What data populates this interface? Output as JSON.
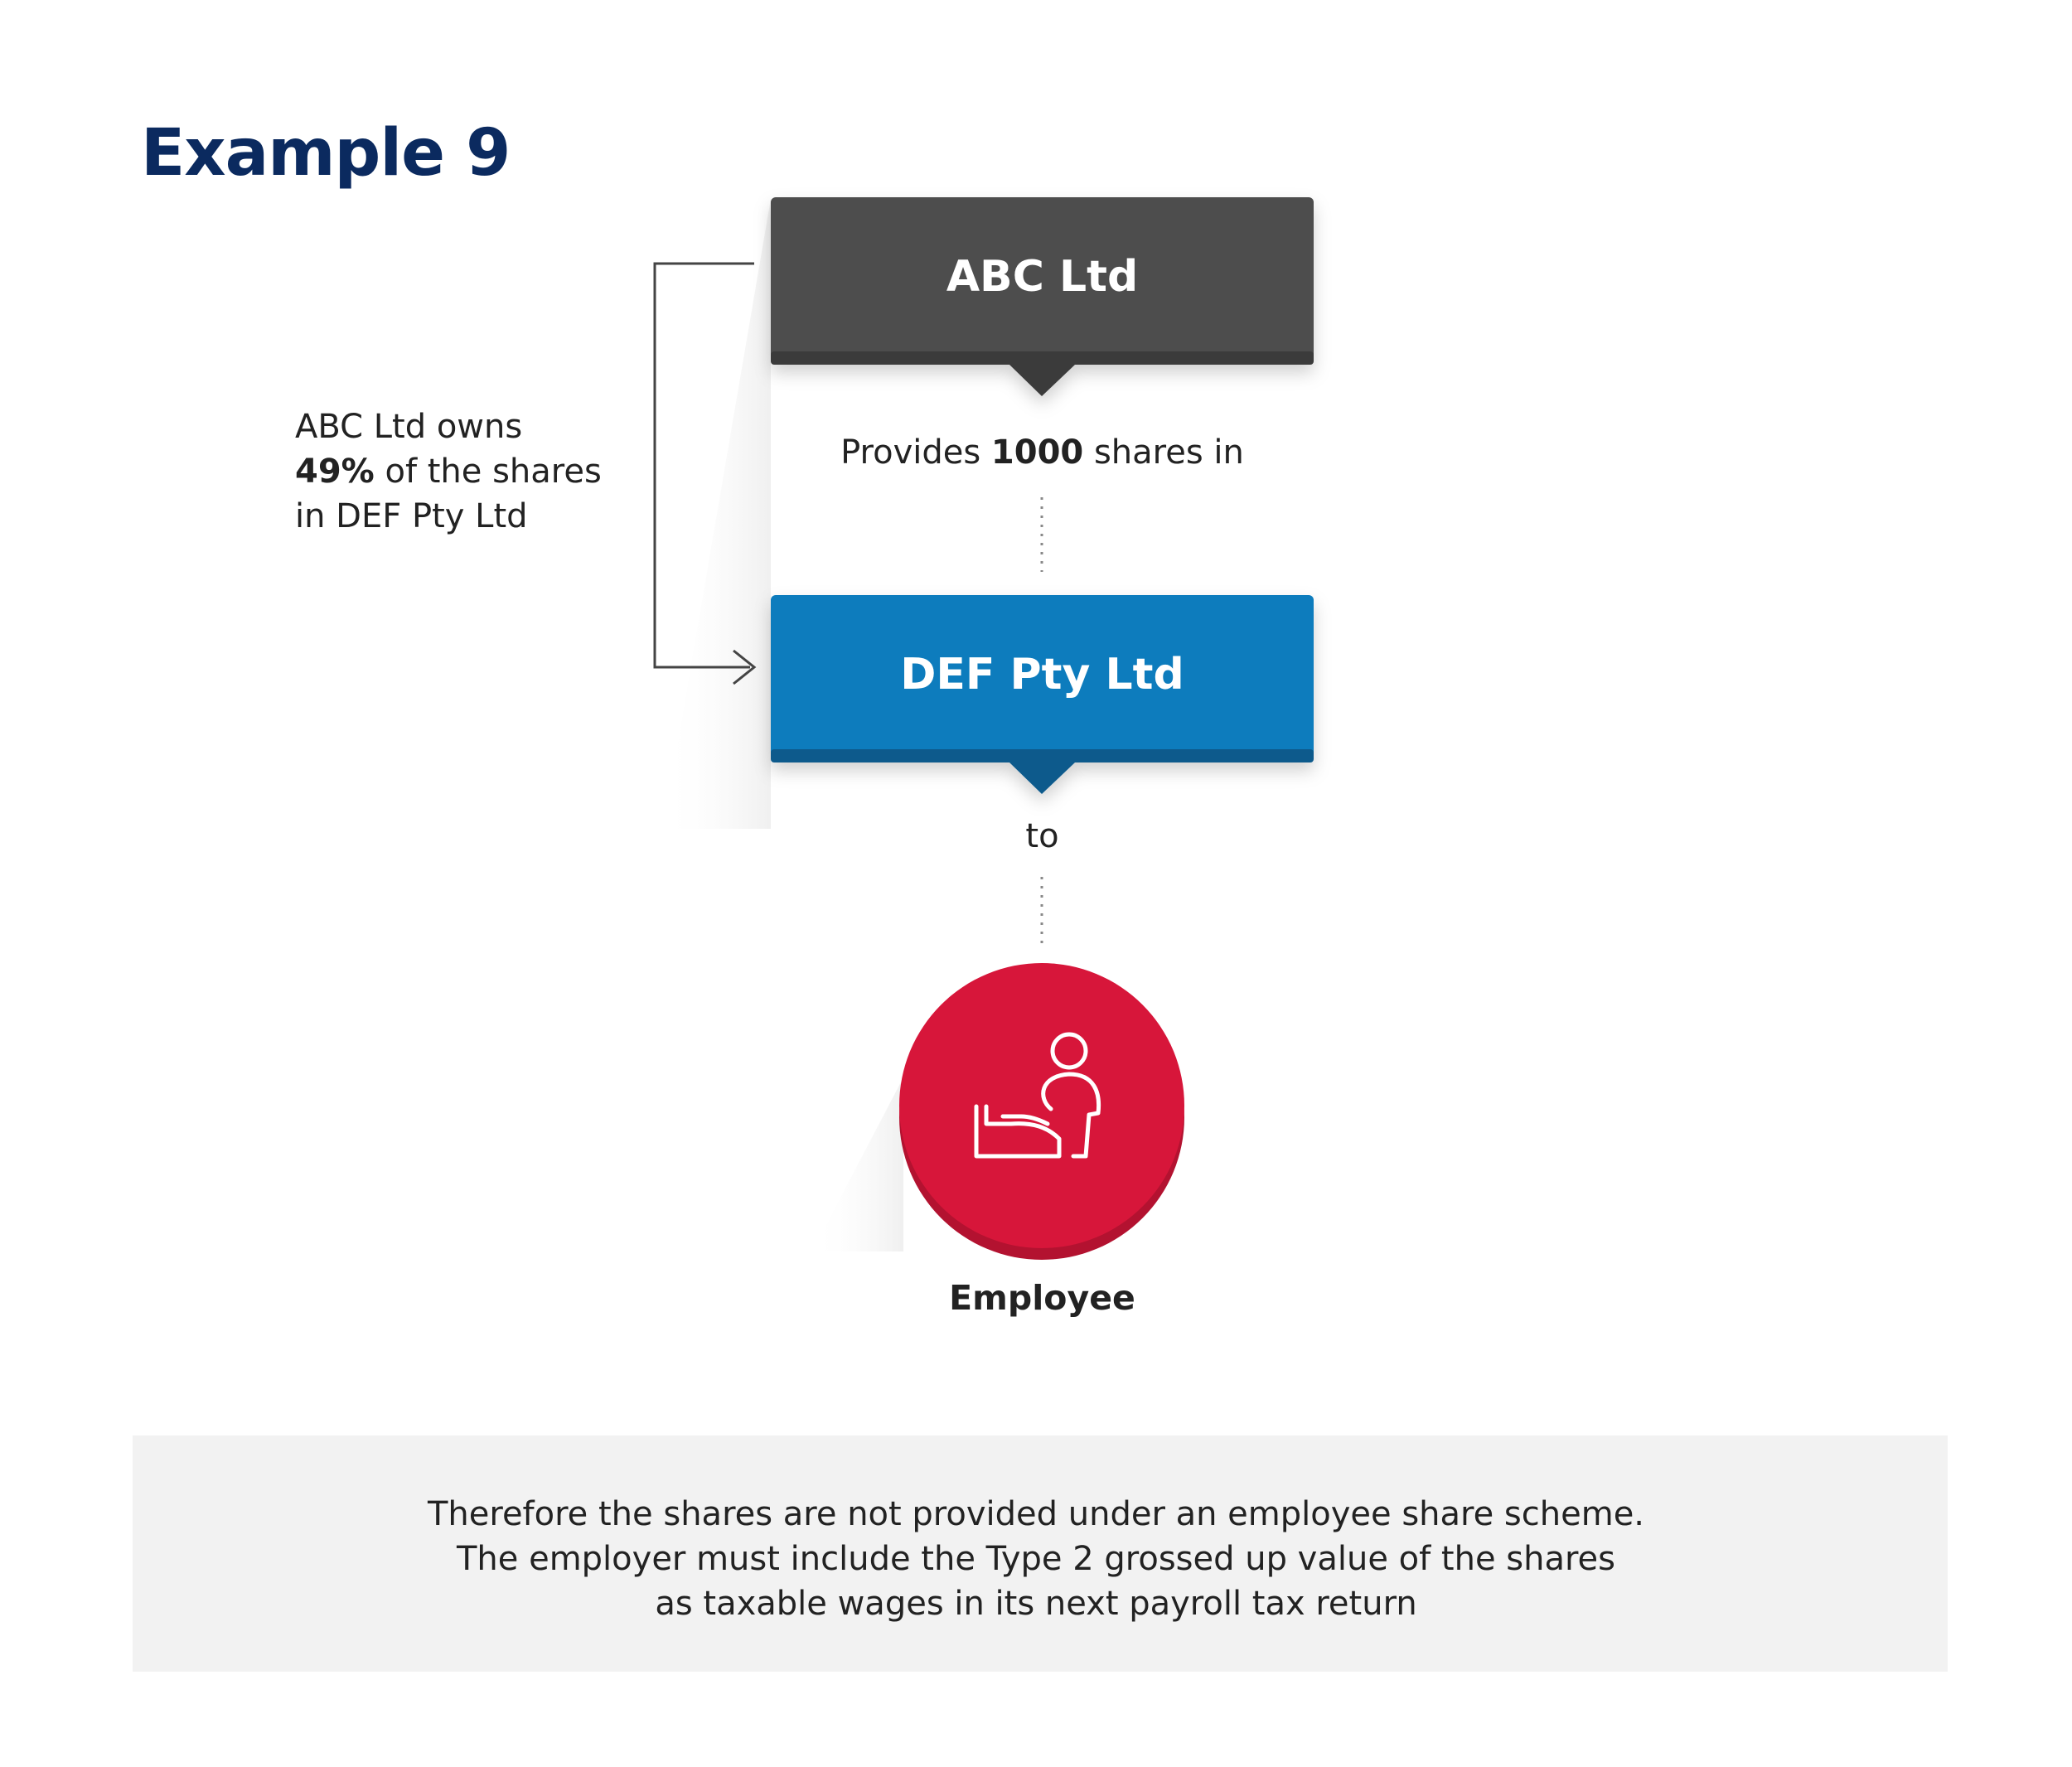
{
  "title": "Example 9",
  "nodes": {
    "parent": {
      "label": "ABC Ltd"
    },
    "subsidiary": {
      "label": "DEF Pty Ltd"
    },
    "recipient": {
      "label": "Employee"
    }
  },
  "ownership_note": {
    "line1": "ABC Ltd owns",
    "line2_bold": "49%",
    "line2_rest": " of the shares",
    "line3": "in DEF Pty Ltd"
  },
  "provides_text": {
    "prefix": "Provides ",
    "bold": "1000",
    "suffix": " shares in"
  },
  "to_text": "to",
  "conclusion": {
    "line1": "Therefore the shares are not provided under an employee share scheme.",
    "line2": "The employer must include the Type 2 grossed up value of the shares",
    "line3": "as taxable wages in its next payroll tax return"
  },
  "icons": {
    "recipient": "employee-receiving-icon",
    "conclusion": "document-check-icon"
  },
  "colors": {
    "title": "#0b2a5f",
    "parent_box": "#4d4d4d",
    "subsidiary_box": "#0c7bbd",
    "recipient_circle": "#d7163a",
    "panel": "#f2f2f2"
  }
}
